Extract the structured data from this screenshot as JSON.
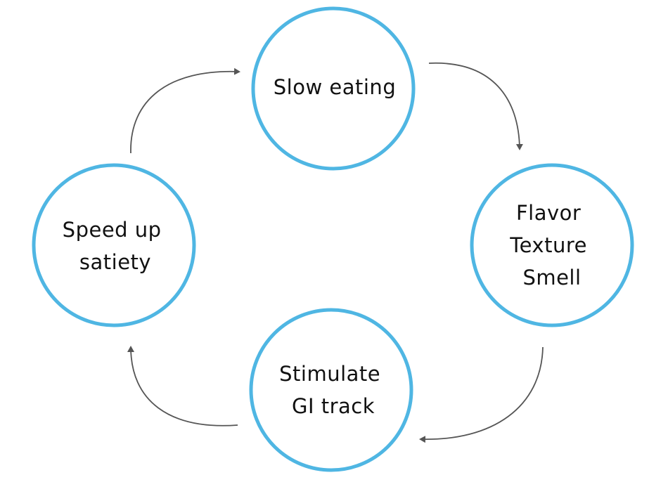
{
  "colors": {
    "circle_stroke": "#4fb6e3",
    "arrow": "#555555",
    "text": "#111111"
  },
  "nodes": [
    {
      "id": "slow-eating",
      "lines": [
        "Slow eating"
      ]
    },
    {
      "id": "flavor-texture-smell",
      "lines": [
        "Flavor",
        "Texture",
        "Smell"
      ]
    },
    {
      "id": "stimulate-gi-track",
      "lines": [
        "Stimulate",
        "GI track"
      ]
    },
    {
      "id": "speed-up-satiety",
      "lines": [
        "Speed up",
        "satiety"
      ]
    }
  ],
  "edges": [
    {
      "from": "slow-eating",
      "to": "flavor-texture-smell"
    },
    {
      "from": "flavor-texture-smell",
      "to": "stimulate-gi-track"
    },
    {
      "from": "stimulate-gi-track",
      "to": "speed-up-satiety"
    },
    {
      "from": "speed-up-satiety",
      "to": "slow-eating"
    }
  ]
}
